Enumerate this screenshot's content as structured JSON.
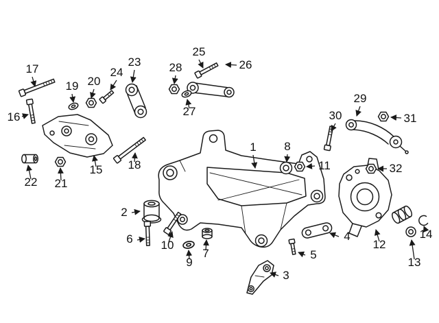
{
  "diagram": {
    "type": "exploded-parts-diagram",
    "subject": "Rear suspension crossmember, bushings, links and wheel knuckle",
    "background_color": "#ffffff",
    "line_color": "#1a1a1a",
    "callouts": [
      "1",
      "2",
      "3",
      "4",
      "5",
      "6",
      "7",
      "8",
      "9",
      "10",
      "11",
      "12",
      "13",
      "14",
      "15",
      "16",
      "17",
      "18",
      "19",
      "20",
      "21",
      "22",
      "23",
      "24",
      "25",
      "26",
      "27",
      "28",
      "29",
      "30",
      "31",
      "32"
    ]
  }
}
